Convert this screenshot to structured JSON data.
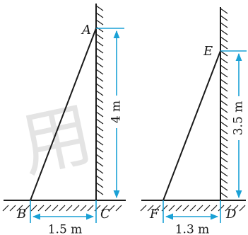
{
  "figure_left": {
    "points": {
      "top": "A",
      "bottom_left": "B",
      "bottom_right": "C"
    },
    "height_label": "4 m",
    "base_label": "1.5 m"
  },
  "figure_right": {
    "points": {
      "top": "E",
      "bottom_left": "F",
      "bottom_right": "D"
    },
    "height_label": "3.5 m",
    "base_label": "1.3 m"
  },
  "watermark_glyph": "用",
  "colors": {
    "line": "#1a1a1a",
    "dimension": "#1aa1d6",
    "watermark": "#cfcfcf"
  }
}
